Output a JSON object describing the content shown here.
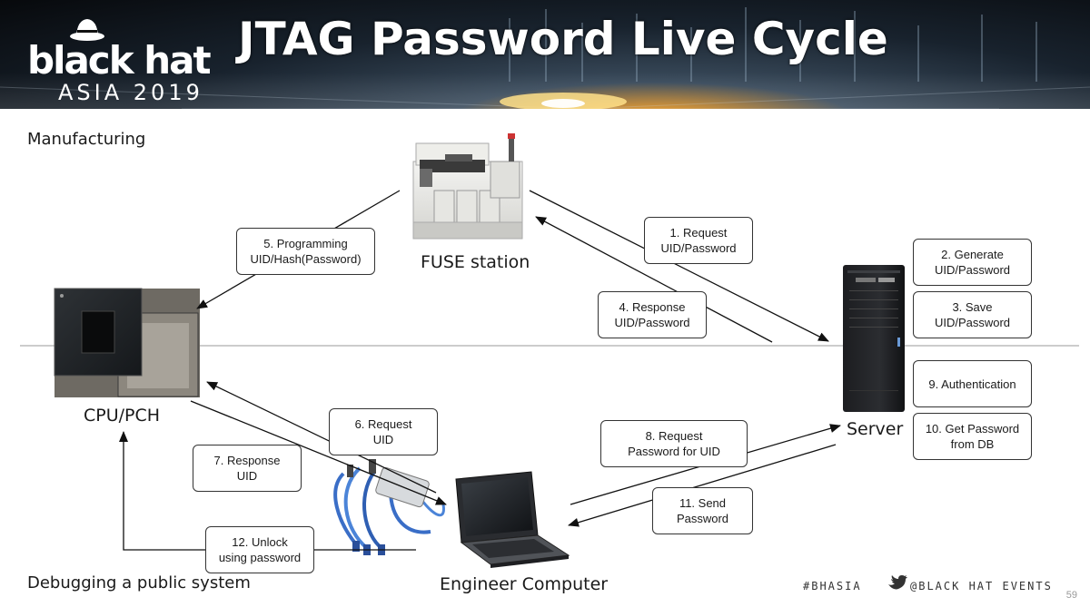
{
  "header": {
    "logo_main": "black hat",
    "logo_sub": "ASIA 2019",
    "title": "JTAG Password Live Cycle"
  },
  "sections": {
    "top": "Manufacturing",
    "bottom": "Debugging a public system"
  },
  "nodes": {
    "fuse_station": "FUSE station",
    "cpu_pch": "CPU/PCH",
    "server": "Server",
    "engineer_computer": "Engineer Computer"
  },
  "steps": {
    "s1": "1. Request\nUID/Password",
    "s2": "2. Generate\nUID/Password",
    "s3": "3. Save\nUID/Password",
    "s4": "4. Response\nUID/Password",
    "s5": "5. Programming\nUID/Hash(Password)",
    "s6": "6. Request\nUID",
    "s7": "7. Response\nUID",
    "s8": "8. Request\nPassword for UID",
    "s9": "9. Authentication",
    "s10": "10. Get Password\nfrom DB",
    "s11": "11. Send\nPassword",
    "s12": "12. Unlock\nusing password"
  },
  "footer": {
    "hashtag": "#BHASIA",
    "handle": "@BLACK HAT EVENTS",
    "page": "59"
  },
  "colors": {
    "header_dark": "#07090c",
    "header_glow": "#ffcc66",
    "line": "#111111",
    "divider": "#999999",
    "twitter_bird": "#333333"
  },
  "icons": {
    "logo": "spy-hat-logo",
    "fuse_station": "industrial-machine-image",
    "cpu": "chip-image",
    "server": "tower-server-image",
    "laptop": "laptop-image",
    "jtag_probe": "debug-probe-cable-image",
    "twitter": "twitter-bird-icon"
  }
}
